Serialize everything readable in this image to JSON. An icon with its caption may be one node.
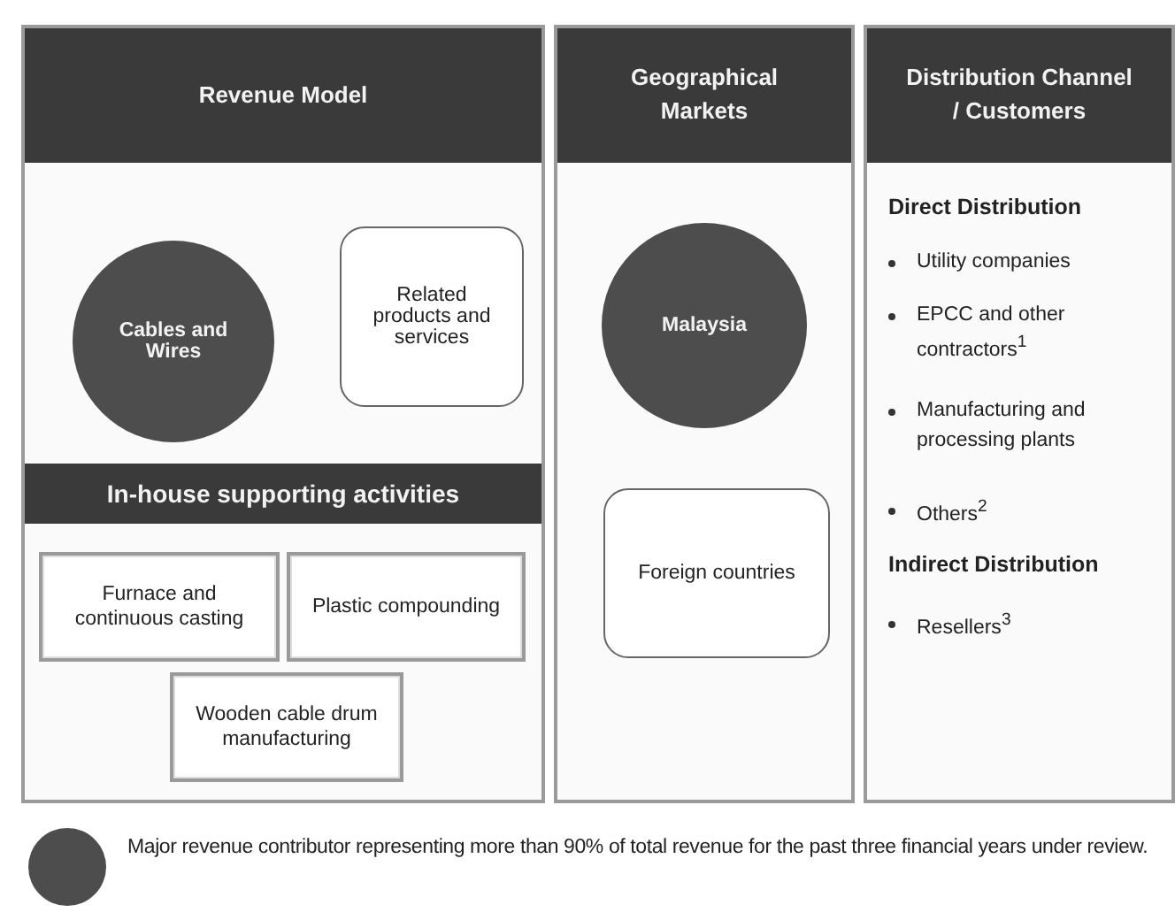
{
  "diagram": {
    "nodes": [
      {
        "text": [
          "Revenue Model"
        ]
      },
      {
        "text": [
          "Cables and Wires"
        ],
        "in": 0
      },
      {
        "text": [
          "Related products and services"
        ],
        "in": 0
      },
      {
        "text": [
          "In-house supporting activities"
        ],
        "in": 0
      },
      {
        "text": [
          "Furnace and continuous casting"
        ],
        "in": 0
      },
      {
        "text": [
          "Plastic compounding"
        ],
        "in": 0
      },
      {
        "text": [
          "Wooden cable drum manufacturing"
        ],
        "in": 0
      },
      {
        "text": [
          "Geographical Markets"
        ]
      },
      {
        "text": [
          "Malaysia"
        ],
        "in": 7
      },
      {
        "text": [
          "Foreign countries"
        ],
        "in": 7
      },
      {
        "text": [
          "Distribution Channel / Customers",
          "Direct Distribution",
          "Utility companies",
          "EPCC and other contractors$^{1}$",
          "Manufacturing and processing plants",
          "Others$^{2}$",
          "Indirect Distribution",
          "Resellers$^{3}$"
        ]
      }
    ],
    "edges": [],
    "legend": [
      {
        "text": "Major revenue contributor representing more than 90% of total revenue for the past three financial years under review.",
        "color": "#4d4d4d"
      }
    ]
  }
}
